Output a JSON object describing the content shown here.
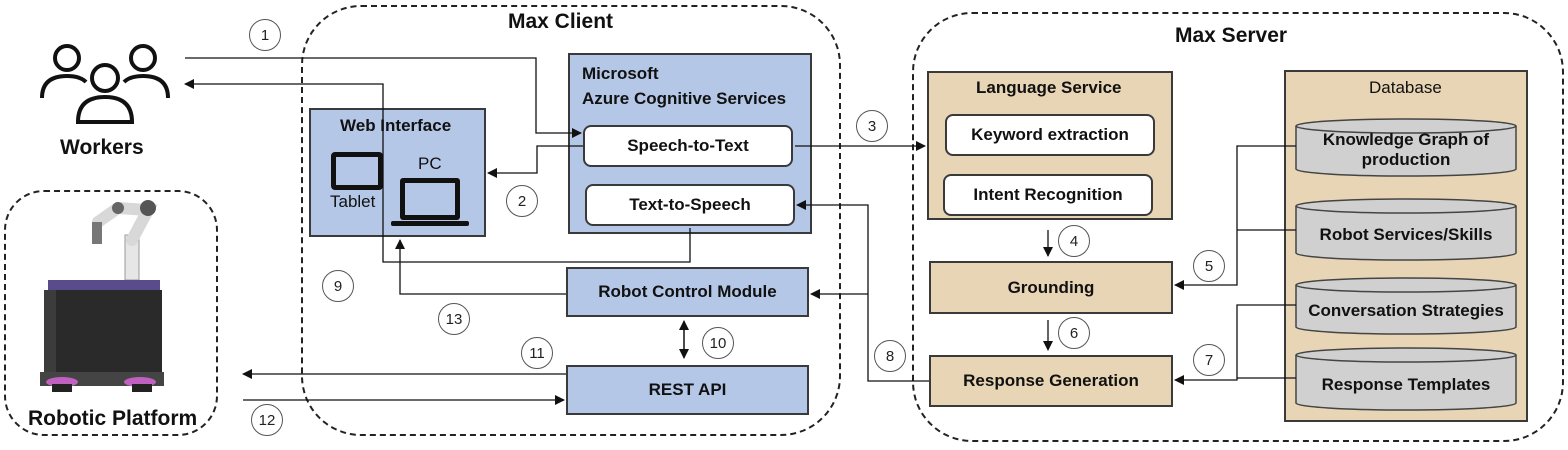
{
  "workers": {
    "label": "Workers"
  },
  "robotic_platform": {
    "label": "Robotic Platform"
  },
  "max_client": {
    "title": "Max Client",
    "web_interface": {
      "title": "Web Interface",
      "tablet": "Tablet",
      "pc": "PC"
    },
    "azure": {
      "title_line1": "Microsoft",
      "title_line2": "Azure Cognitive Services",
      "speech_to_text": "Speech-to-Text",
      "text_to_speech": "Text-to-Speech"
    },
    "robot_control_module": "Robot Control Module",
    "rest_api": "REST API"
  },
  "max_server": {
    "title": "Max Server",
    "language_service": {
      "title": "Language Service",
      "keyword_extraction": "Keyword extraction",
      "intent_recognition": "Intent Recognition"
    },
    "grounding": "Grounding",
    "response_generation": "Response Generation",
    "database": {
      "title": "Database",
      "items": [
        {
          "line1": "Knowledge Graph of",
          "line2": "production"
        },
        {
          "line1": "Robot Services/Skills",
          "line2": ""
        },
        {
          "line1": "Conversation Strategies",
          "line2": ""
        },
        {
          "line1": "Response Templates",
          "line2": ""
        }
      ]
    }
  },
  "steps": [
    "1",
    "2",
    "3",
    "4",
    "5",
    "6",
    "7",
    "8",
    "9",
    "10",
    "11",
    "12",
    "13"
  ],
  "colors": {
    "client_box": "#b4c7e7",
    "server_box": "#e8d5b5",
    "database_cylinder": "#d0d0d0"
  }
}
